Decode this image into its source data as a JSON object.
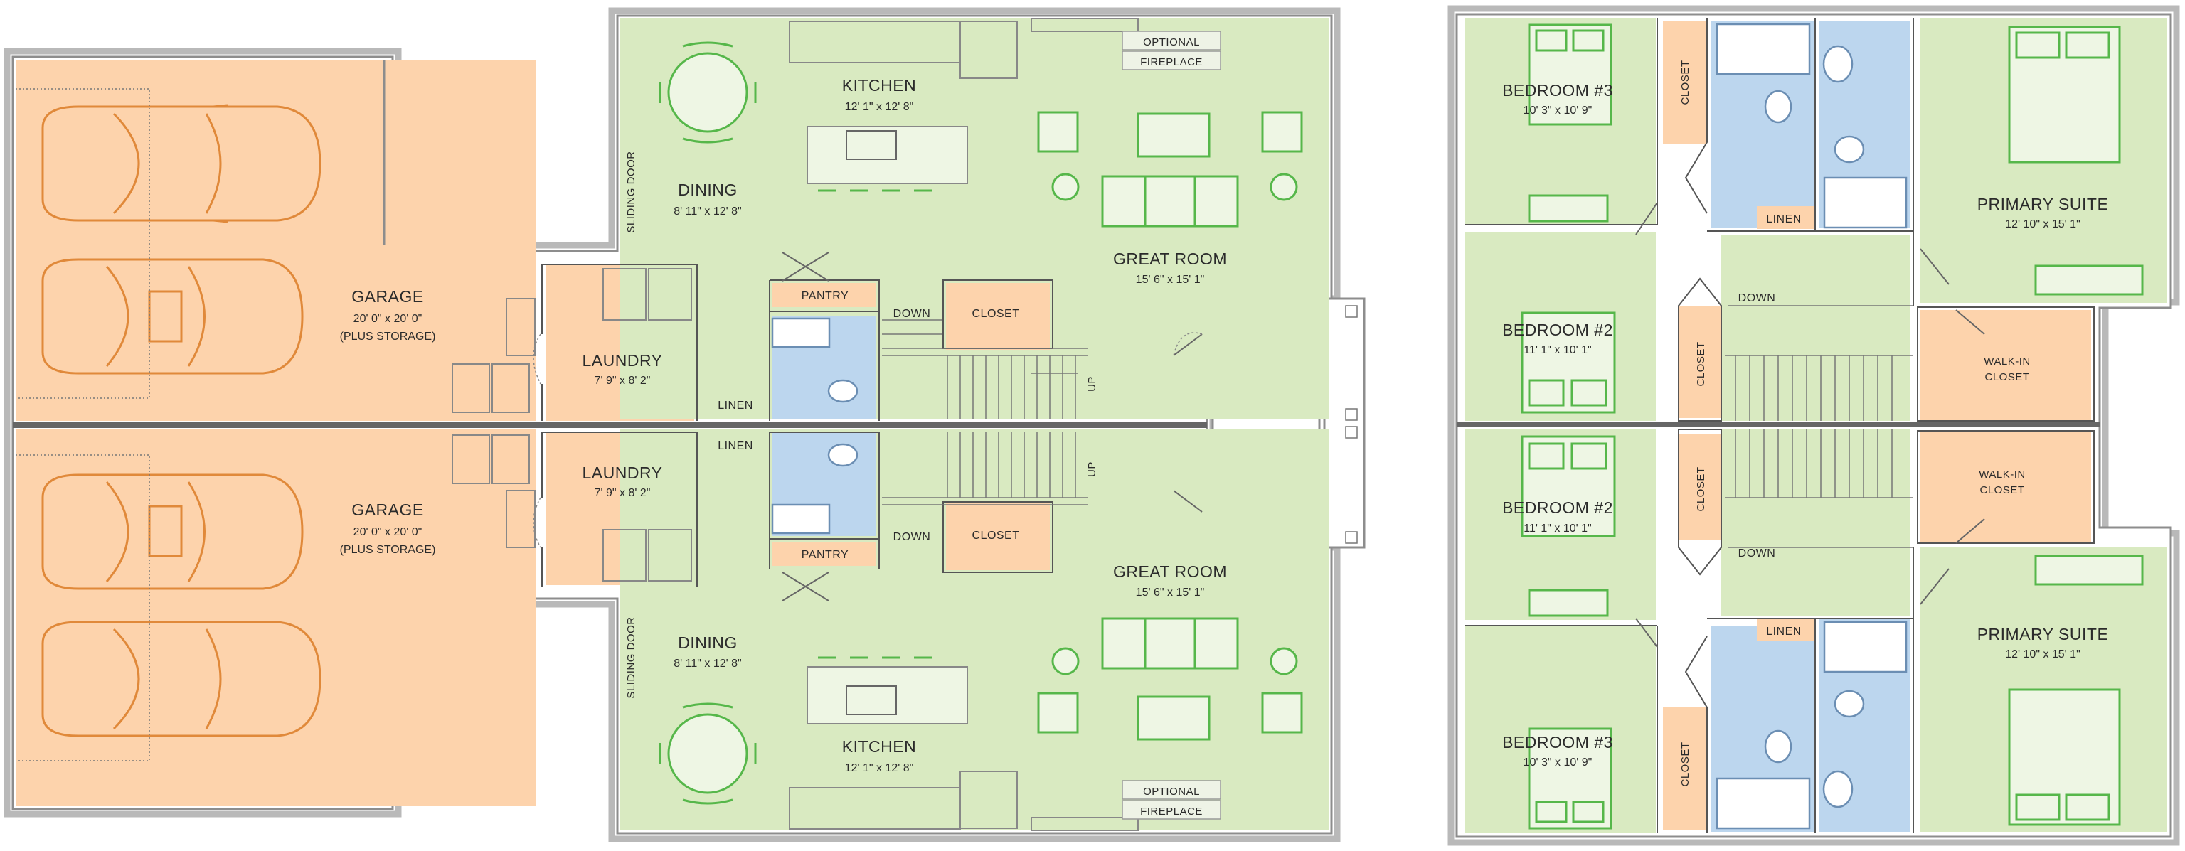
{
  "colors": {
    "living": "#d9eac1",
    "utility": "#fdd3ac",
    "bath": "#bcd6ee",
    "wall": "#8d8d8d",
    "furniture": "#56b74a",
    "car": "#e0893a"
  },
  "main_floor": {
    "unit_a": {
      "garage": {
        "name": "GARAGE",
        "dims": "20' 0\" x 20' 0\"",
        "note": "(PLUS STORAGE)"
      },
      "laundry": {
        "name": "LAUNDRY",
        "dims": "7' 9\" x 8' 2\""
      },
      "linen": "LINEN",
      "pantry": "PANTRY",
      "closet": "CLOSET",
      "down": "DOWN",
      "up": "UP",
      "sliding_door": "SLIDING DOOR",
      "dining": {
        "name": "DINING",
        "dims": "8' 11\" x 12' 8\""
      },
      "kitchen": {
        "name": "KITCHEN",
        "dims": "12' 1\" x 12' 8\""
      },
      "great_room": {
        "name": "GREAT ROOM",
        "dims": "15' 6\" x 15' 1\""
      },
      "fireplace": {
        "line1": "OPTIONAL",
        "line2": "FIREPLACE"
      }
    },
    "unit_b": {
      "garage": {
        "name": "GARAGE",
        "dims": "20' 0\" x 20' 0\"",
        "note": "(PLUS STORAGE)"
      },
      "laundry": {
        "name": "LAUNDRY",
        "dims": "7' 9\" x 8' 2\""
      },
      "linen": "LINEN",
      "pantry": "PANTRY",
      "closet": "CLOSET",
      "down": "DOWN",
      "up": "UP",
      "sliding_door": "SLIDING DOOR",
      "dining": {
        "name": "DINING",
        "dims": "8' 11\" x 12' 8\""
      },
      "kitchen": {
        "name": "KITCHEN",
        "dims": "12' 1\" x 12' 8\""
      },
      "great_room": {
        "name": "GREAT ROOM",
        "dims": "15' 6\" x 15' 1\""
      },
      "fireplace": {
        "line1": "OPTIONAL",
        "line2": "FIREPLACE"
      }
    }
  },
  "upper_floor": {
    "unit_a": {
      "bedroom3": {
        "name": "BEDROOM #3",
        "dims": "10' 3\" x 10' 9\""
      },
      "bedroom2": {
        "name": "BEDROOM #2",
        "dims": "11' 1\" x 10' 1\""
      },
      "closet": "CLOSET",
      "linen": "LINEN",
      "down": "DOWN",
      "primary": {
        "name": "PRIMARY SUITE",
        "dims": "12' 10\" x 15' 1\""
      },
      "walkin": {
        "line1": "WALK-IN",
        "line2": "CLOSET"
      }
    },
    "unit_b": {
      "bedroom2": {
        "name": "BEDROOM #2",
        "dims": "11' 1\" x 10' 1\""
      },
      "bedroom3": {
        "name": "BEDROOM #3",
        "dims": "10' 3\" x 10' 9\""
      },
      "closet": "CLOSET",
      "linen": "LINEN",
      "down": "DOWN",
      "primary": {
        "name": "PRIMARY SUITE",
        "dims": "12' 10\" x 15' 1\""
      },
      "walkin": {
        "line1": "WALK-IN",
        "line2": "CLOSET"
      }
    }
  }
}
